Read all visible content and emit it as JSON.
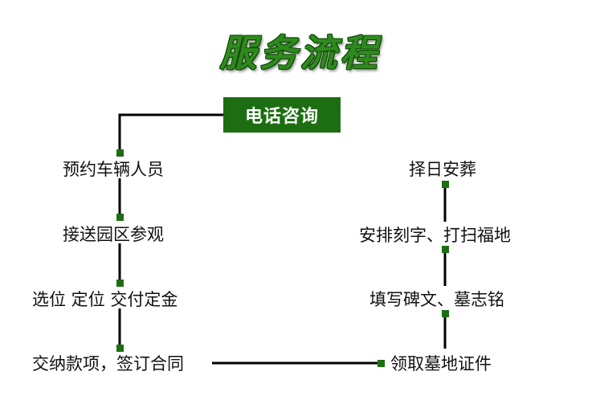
{
  "title": "服务流程",
  "start": "电话咨询",
  "left_steps": [
    "预约车辆人员",
    "接送园区参观",
    "选位  定位  交付定金",
    "交纳款项，签订合同"
  ],
  "right_steps": [
    "领取墓地证件",
    "填写碑文、墓志铭",
    "安排刻字、打扫福地",
    "择日安葬"
  ],
  "colors": {
    "accent": "#1d6e12",
    "line": "#000000",
    "node": "#1d6e12"
  }
}
